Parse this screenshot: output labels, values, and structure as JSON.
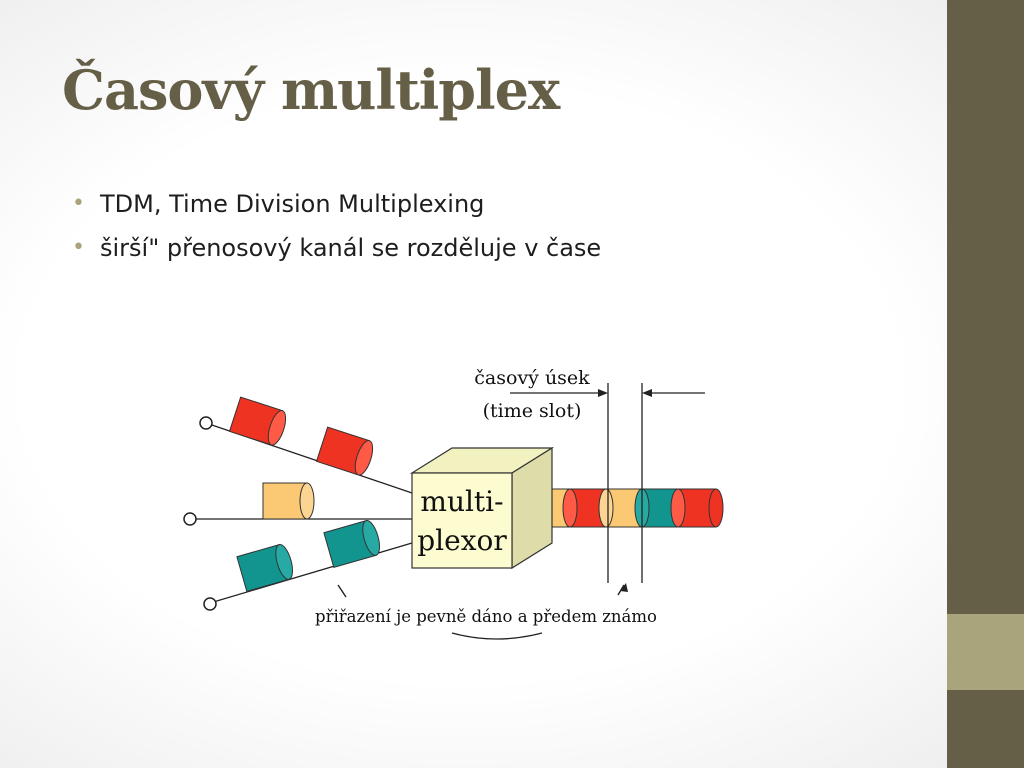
{
  "slide": {
    "title": "Časový multiplex",
    "bullets": [
      "TDM, Time Division Multiplexing",
      "širší\" přenosový kanál se rozděluje v čase"
    ]
  },
  "diagram": {
    "box_label_line1": "multi-",
    "box_label_line2": "plexor",
    "time_slot_label_line1": "časový úsek",
    "time_slot_label_line2": "(time slot)",
    "assignment_label": "přiřazení je pevně dáno a předem známo",
    "colors": {
      "red": "#ee3322",
      "yellow": "#fbc873",
      "teal": "#13958f",
      "box": "#fdfcd0",
      "box_top": "#f2f1c0",
      "box_side": "#deddaa"
    }
  }
}
